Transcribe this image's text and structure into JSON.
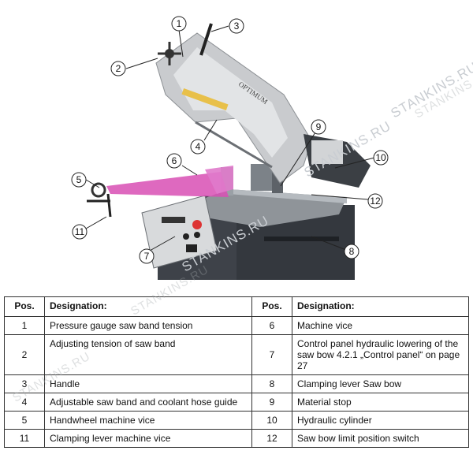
{
  "figure": {
    "callouts": [
      "1",
      "2",
      "3",
      "4",
      "5",
      "6",
      "7",
      "8",
      "9",
      "10",
      "11",
      "12"
    ],
    "brand_label": "OPTIMUM",
    "watermark": "STANKINS.RU"
  },
  "table": {
    "headers": {
      "pos": "Pos.",
      "designation": "Designation:"
    },
    "rows": [
      {
        "l_pos": "1",
        "l_des": "Pressure gauge saw band tension",
        "r_pos": "6",
        "r_des": "Machine vice"
      },
      {
        "l_pos": "2",
        "l_des": "Adjusting tension of saw band",
        "r_pos": "7",
        "r_des": "Control panel hydraulic lowering of the saw bow 4.2.1 „Control panel“ on page 27"
      },
      {
        "l_pos": "3",
        "l_des": "Handle",
        "r_pos": "8",
        "r_des": "Clamping lever Saw bow"
      },
      {
        "l_pos": "4",
        "l_des": "Adjustable saw band and coolant hose guide",
        "r_pos": "9",
        "r_des": "Material stop"
      },
      {
        "l_pos": "5",
        "l_des": "Handwheel machine vice",
        "r_pos": "10",
        "r_des": "Hydraulic cylinder"
      },
      {
        "l_pos": "11",
        "l_des": "Clamping lever machine vice",
        "r_pos": "12",
        "r_des": "Saw bow limit position switch"
      }
    ]
  }
}
